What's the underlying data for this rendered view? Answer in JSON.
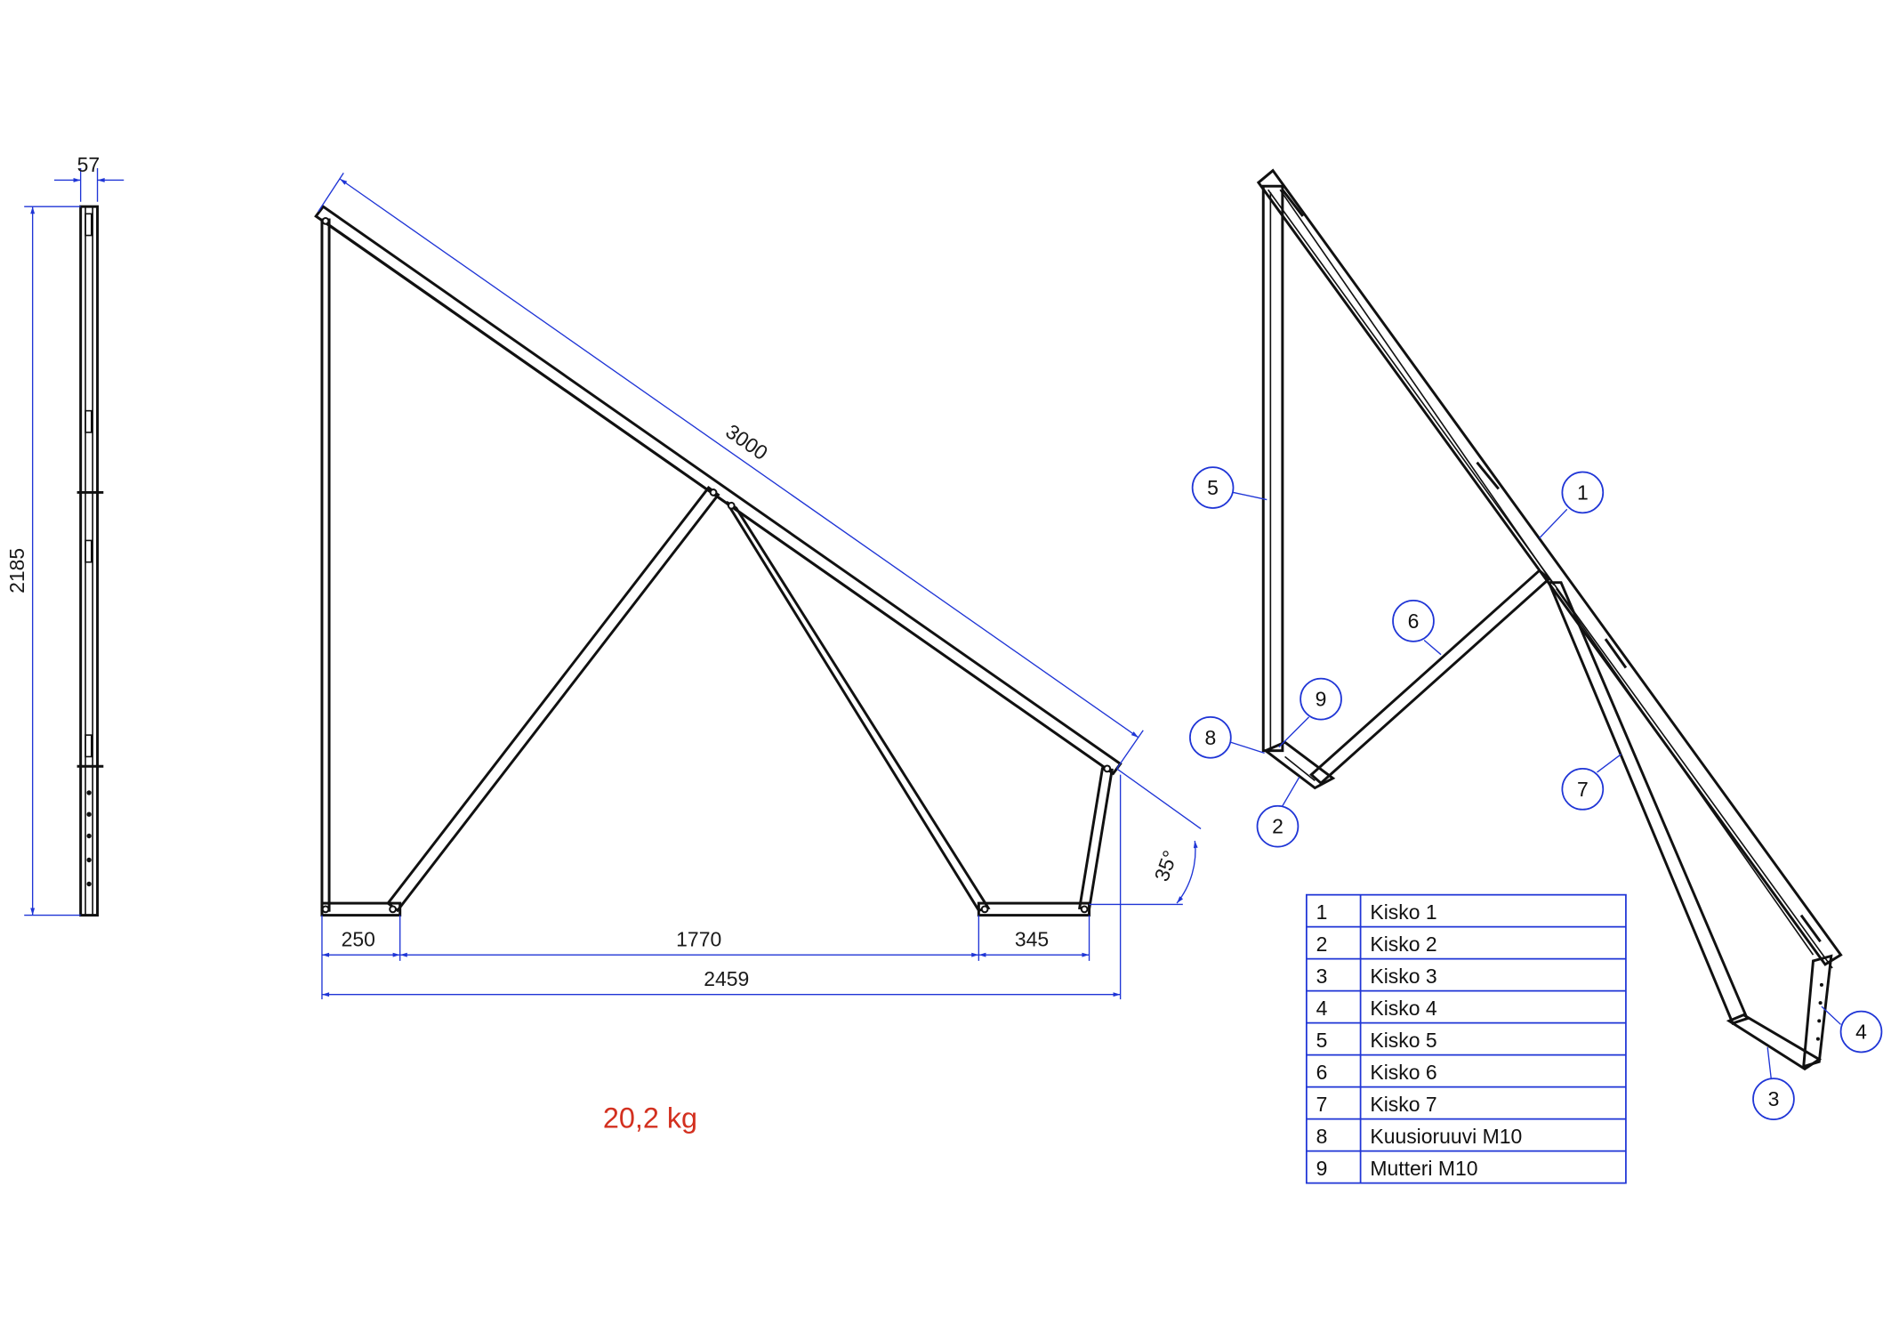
{
  "dimensions": {
    "side_width": "57",
    "side_height": "2185",
    "rail_length": "3000",
    "angle": "35°",
    "foot_left": "250",
    "span_middle": "1770",
    "foot_right": "345",
    "total_width": "2459"
  },
  "weight": "20,2 kg",
  "balloons": [
    "1",
    "2",
    "3",
    "4",
    "5",
    "6",
    "7",
    "8",
    "9"
  ],
  "parts_list": [
    {
      "no": "1",
      "name": "Kisko 1"
    },
    {
      "no": "2",
      "name": "Kisko 2"
    },
    {
      "no": "3",
      "name": "Kisko 3"
    },
    {
      "no": "4",
      "name": "Kisko 4"
    },
    {
      "no": "5",
      "name": "Kisko 5"
    },
    {
      "no": "6",
      "name": "Kisko 6"
    },
    {
      "no": "7",
      "name": "Kisko 7"
    },
    {
      "no": "8",
      "name": "Kuusioruuvi M10"
    },
    {
      "no": "9",
      "name": "Mutteri M10"
    }
  ],
  "colors": {
    "dimension": "#1f35d6",
    "weight": "#d3301f"
  }
}
